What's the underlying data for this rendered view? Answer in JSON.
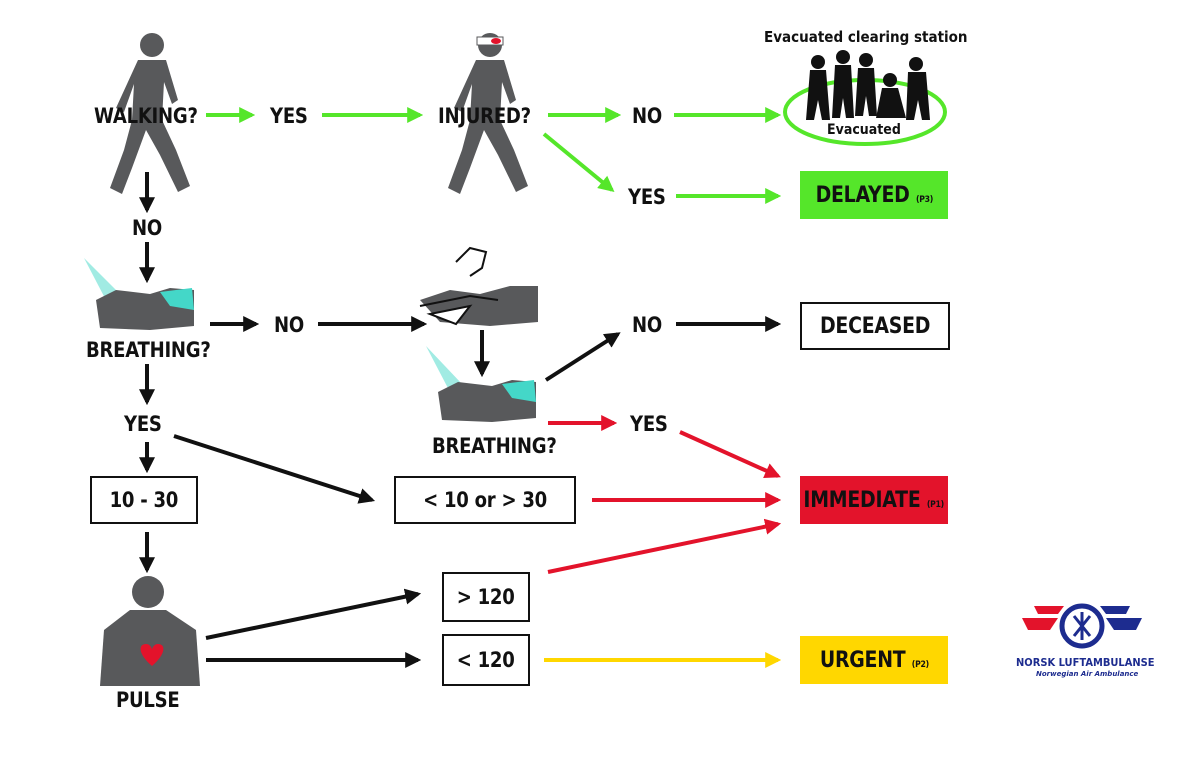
{
  "colors": {
    "green": "#55e62a",
    "red": "#e3132b",
    "yellow": "#ffd700",
    "black": "#111111",
    "figure_gray": "#58595b",
    "breath_cyan": "#44d7c8",
    "logo_red": "#e3132b",
    "logo_blue": "#1d2c8f"
  },
  "labels": {
    "walking": "WALKING?",
    "yes_walking": "YES",
    "injured": "INJURED?",
    "no_injured": "NO",
    "yes_injured": "YES",
    "no_walking": "NO",
    "breathing_1": "BREATHING?",
    "no_breathing": "NO",
    "no_breathing_2": "NO",
    "breathing_2": "BREATHING?",
    "yes_breathing_2": "YES",
    "yes_breathing_1": "YES",
    "pulse": "PULSE"
  },
  "boxes": {
    "resp_normal": "10 - 30",
    "resp_abnormal": "< 10 or > 30",
    "pulse_high": "> 120",
    "pulse_low": "< 120"
  },
  "categories": {
    "delayed": {
      "label": "DELAYED",
      "code": "(P3)"
    },
    "deceased": {
      "label": "DECEASED"
    },
    "immediate": {
      "label": "IMMEDIATE",
      "code": "(P1)"
    },
    "urgent": {
      "label": "URGENT",
      "code": "(P2)"
    }
  },
  "station": {
    "title": "Evacuated clearing station",
    "label": "Evacuated"
  },
  "logo": {
    "name": "NORSK LUFTAMBULANSE",
    "subtitle": "Norwegian Air Ambulance"
  }
}
